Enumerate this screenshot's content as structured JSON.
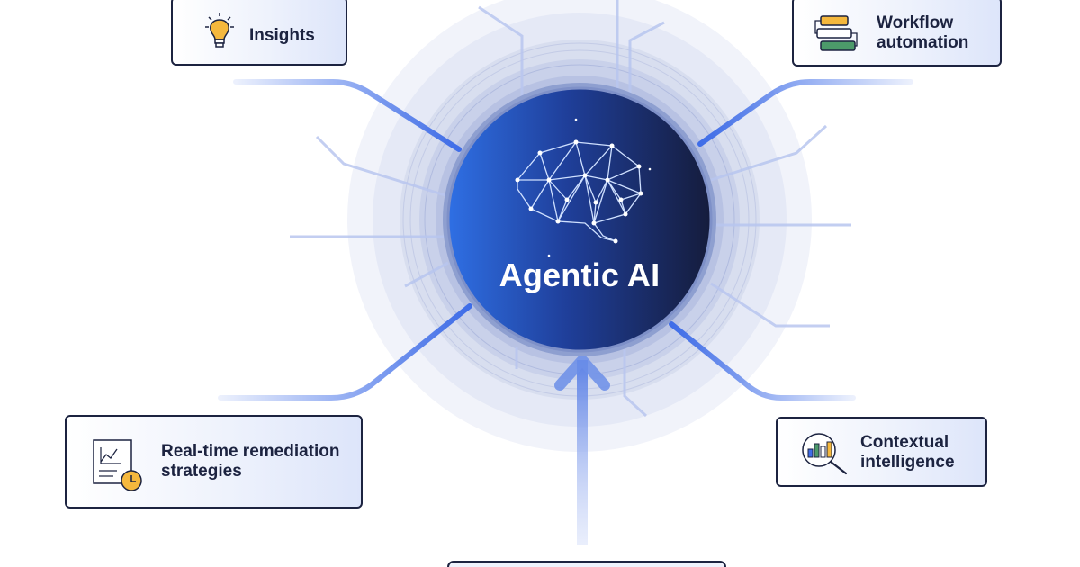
{
  "center": {
    "title": "Agentic AI",
    "icon": "brain-network-icon"
  },
  "cards": {
    "insights": {
      "label": "Insights",
      "icon": "lightbulb-icon"
    },
    "workflow": {
      "line1": "Workflow",
      "line2": "automation",
      "icon": "workflow-blocks-icon"
    },
    "remediation": {
      "line1": "Real-time remediation",
      "line2": "strategies",
      "icon": "report-clock-icon"
    },
    "contextual": {
      "line1": "Contextual",
      "line2": "intelligence",
      "icon": "chart-magnifier-icon"
    }
  },
  "colors": {
    "accent": "#3f6de8",
    "dark_navy": "#1c2340",
    "lightbulb": "#f5b83d"
  }
}
